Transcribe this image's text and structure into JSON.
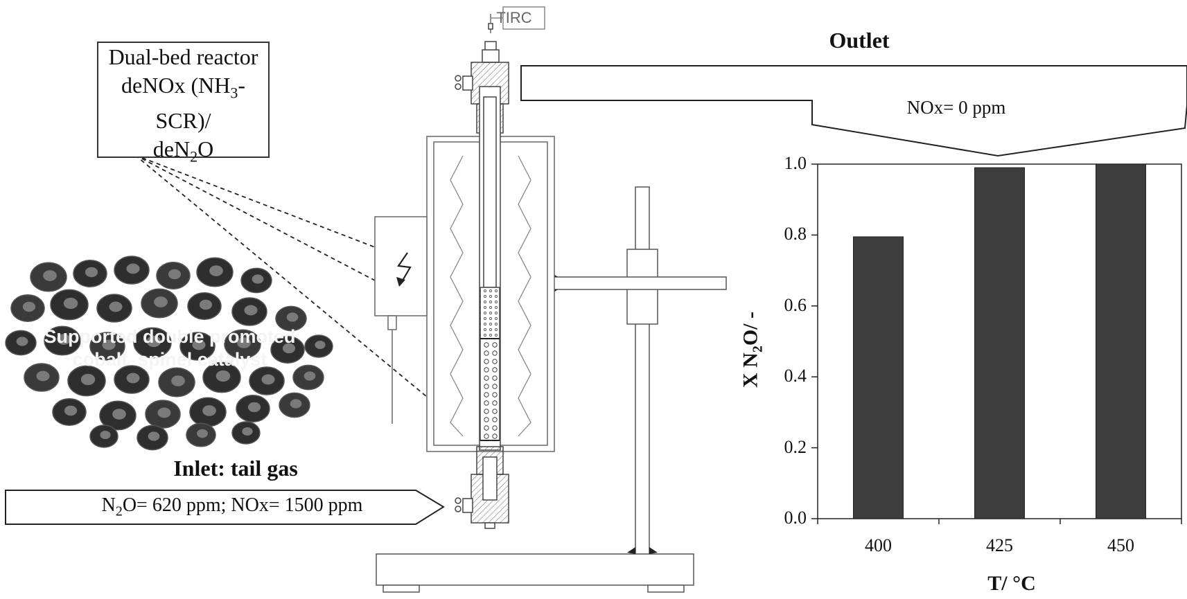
{
  "reactor_box": {
    "line1": "Dual-bed reactor",
    "line2_prefix": "deNOx (NH",
    "line2_sub": "3",
    "line2_suffix": "-SCR)/",
    "line3_prefix": "deN",
    "line3_sub": "2",
    "line3_suffix": "O"
  },
  "tirc_label": "TIRC",
  "catalyst_label_line1": "Supported double promoted",
  "catalyst_label_line2": "cobalt  spinel catalyst",
  "outlet": {
    "title": "Outlet",
    "nox_text": "NOx= 0 ppm"
  },
  "inlet": {
    "title": "Inlet: tail gas",
    "text_prefix": "N",
    "text_sub": "2",
    "text_suffix": "O= 620 ppm; NOx= 1500 ppm"
  },
  "colors": {
    "bar_fill": "#3d3d3d",
    "axis": "#222222",
    "line_art": "#555555",
    "catalyst": "#2e2e2e"
  },
  "chart_data": {
    "type": "bar",
    "categories": [
      "400",
      "425",
      "450"
    ],
    "values": [
      0.795,
      0.99,
      1.0
    ],
    "xlabel": "T/ °C",
    "ylabel_prefix": "X N",
    "ylabel_sub": "2",
    "ylabel_suffix": "O/ -",
    "ylim": [
      0.0,
      1.0
    ],
    "yticks": [
      "0.0",
      "0.2",
      "0.4",
      "0.6",
      "0.8",
      "1.0"
    ],
    "grid": false
  }
}
